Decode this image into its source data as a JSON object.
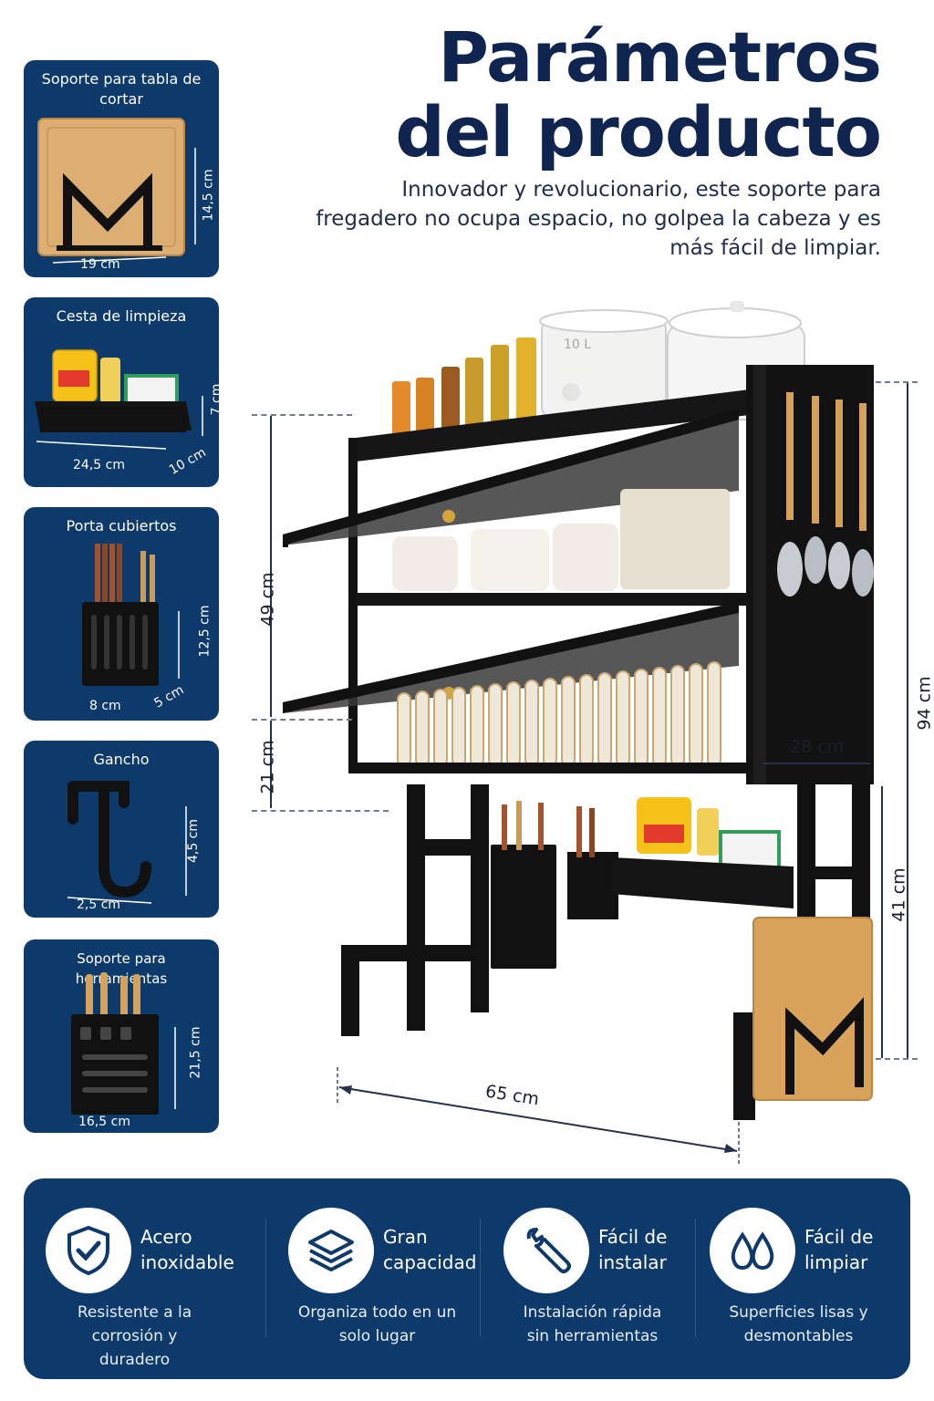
{
  "title_line1": "Parámetros",
  "title_line2": "del producto",
  "intro": "Innovador y revolucionario, este soporte para fregadero no ocupa espacio, no golpea la cabeza y es más fácil de limpiar.",
  "cards": [
    {
      "title": "Soporte para tabla de cortar",
      "width": "19 cm",
      "height": "14,5 cm"
    },
    {
      "title": "Cesta de limpieza",
      "width": "24,5 cm",
      "depth": "10 cm",
      "height": "7 cm"
    },
    {
      "title": "Porta cubiertos",
      "width": "8 cm",
      "depth": "5 cm",
      "height": "12,5 cm"
    },
    {
      "title": "Gancho",
      "width": "2,5 cm",
      "height": "4,5 cm"
    },
    {
      "title": "Soporte para herramientas",
      "width": "16,5 cm",
      "height": "21,5 cm"
    }
  ],
  "product": {
    "dim_upper": "49 cm",
    "dim_lower": "21 cm",
    "dim_total": "94 cm",
    "dim_depth": "28 cm",
    "dim_legs": "41 cm",
    "dim_width": "65 cm",
    "cooker_label": "10 L"
  },
  "features": [
    {
      "title": "Acero inoxidable",
      "desc": "Resistente a la corrosión y duradero",
      "icon": "shield-check-icon"
    },
    {
      "title": "Gran capacidad",
      "desc": "Organiza todo en un solo lugar",
      "icon": "layers-icon"
    },
    {
      "title": "Fácil de instalar",
      "desc": "Instalación rápida sin herramientas",
      "icon": "wrench-icon"
    },
    {
      "title": "Fácil de limpiar",
      "desc": "Superficies lisas y desmontables",
      "icon": "water-drops-icon"
    }
  ],
  "colors": {
    "navy": "#0d3a6a",
    "title": "#0f2550",
    "rack": "#141414",
    "bamboo": "#d9a35c"
  }
}
